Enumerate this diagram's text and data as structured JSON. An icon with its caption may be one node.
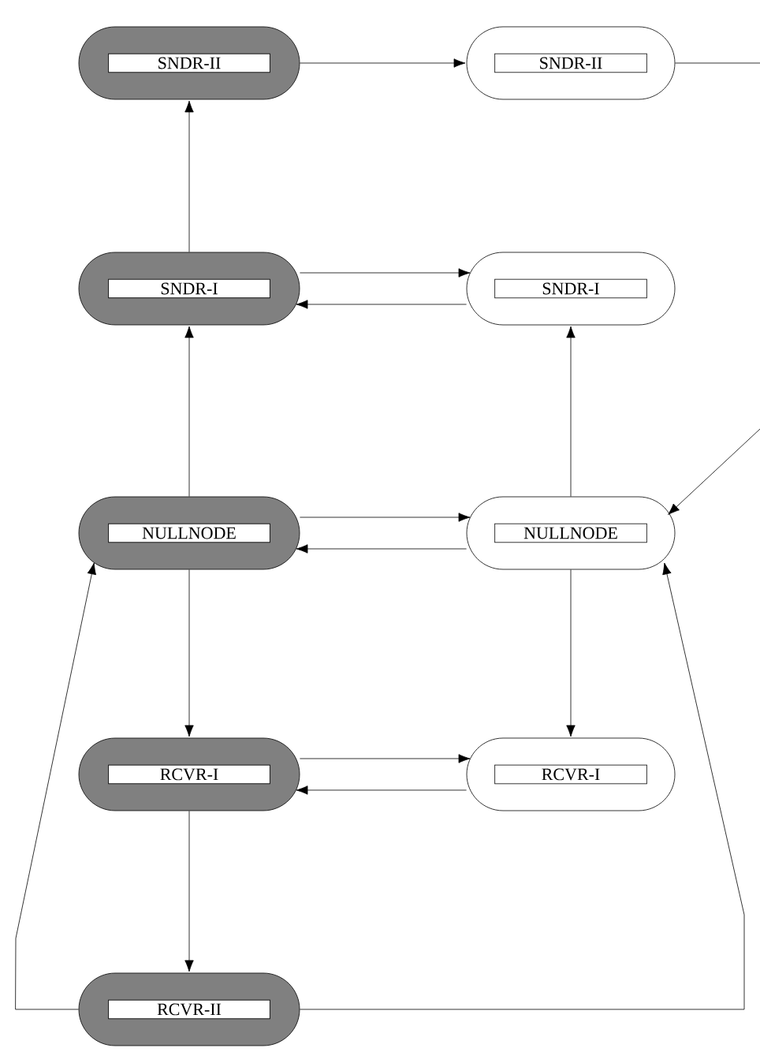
{
  "diagram": {
    "nodes": [
      {
        "text": [
          "SNDR-II"
        ]
      },
      {
        "text": [
          "SNDR-II"
        ]
      },
      {
        "text": [
          "SNDR-I"
        ]
      },
      {
        "text": [
          "SNDR-I"
        ]
      },
      {
        "text": [
          "NULLNODE"
        ]
      },
      {
        "text": [
          "NULLNODE"
        ]
      },
      {
        "text": [
          "RCVR-I"
        ]
      },
      {
        "text": [
          "RCVR-I"
        ]
      },
      {
        "text": [
          "RCVR-II"
        ]
      }
    ],
    "edges": [
      {
        "from": 0,
        "to": 1,
        "arrow": "to"
      },
      {
        "from": 1,
        "to": null,
        "arrow": "none"
      },
      {
        "from": 2,
        "to": 0,
        "arrow": "to"
      },
      {
        "from": 2,
        "to": 3,
        "arrow": "to"
      },
      {
        "from": 3,
        "to": 2,
        "arrow": "to"
      },
      {
        "from": 4,
        "to": 2,
        "arrow": "to"
      },
      {
        "from": 4,
        "to": 5,
        "arrow": "to"
      },
      {
        "from": 5,
        "to": 4,
        "arrow": "to"
      },
      {
        "from": 5,
        "to": 3,
        "arrow": "to"
      },
      {
        "from": null,
        "to": 5,
        "arrow": "to"
      },
      {
        "from": 4,
        "to": 6,
        "arrow": "to"
      },
      {
        "from": 5,
        "to": 7,
        "arrow": "to"
      },
      {
        "from": 6,
        "to": 7,
        "arrow": "to"
      },
      {
        "from": 7,
        "to": 6,
        "arrow": "to"
      },
      {
        "from": 6,
        "to": 8,
        "arrow": "to"
      },
      {
        "from": 8,
        "to": 4,
        "arrow": "to"
      },
      {
        "from": 8,
        "to": 5,
        "arrow": "to"
      }
    ]
  }
}
